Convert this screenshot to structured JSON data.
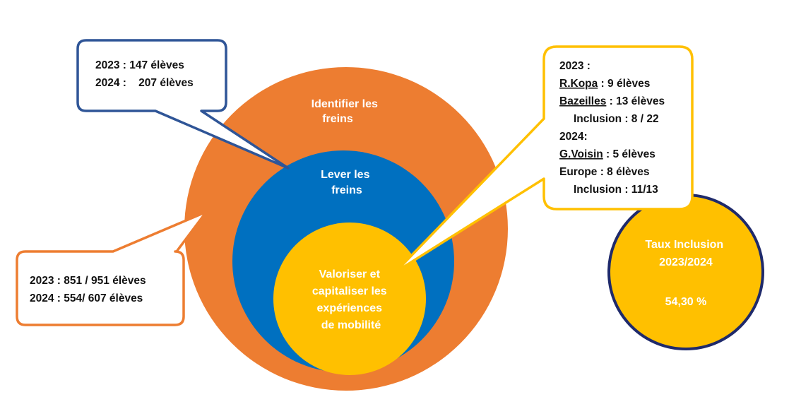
{
  "circles": {
    "outer_label": [
      "Identifier les",
      "freins"
    ],
    "middle_label": [
      "Lever les",
      "freins"
    ],
    "inner_label": [
      "Valoriser et",
      "capitaliser les",
      "expériences",
      "de mobilité"
    ],
    "rate_label": [
      "Taux Inclusion",
      "2023/2024"
    ],
    "rate_value": "54,30 %"
  },
  "callouts": {
    "blue": [
      "2023 : 147 élèves",
      "2024 :    207 élèves"
    ],
    "orange": [
      "2023 : 851 / 951 élèves",
      "2024 : 554/ 607 élèves"
    ],
    "yellow": {
      "y2023_header": "2023 :",
      "y2023_lines": [
        {
          "name": "R.Kopa",
          "rest": " : 9 élèves"
        },
        {
          "name": "Bazeilles",
          "rest": " : 13 élèves"
        }
      ],
      "y2023_inclusion": "Inclusion : 8 / 22",
      "y2024_header": "2024:",
      "y2024_lines": [
        {
          "name": "G.Voisin",
          "rest": " : 5 élèves"
        },
        {
          "name": "Europe",
          "rest": " : 8 élèves"
        }
      ],
      "y2024_inclusion": "Inclusion : 11/13"
    }
  },
  "colors": {
    "orange": "#ED7D31",
    "blue": "#0070C0",
    "yellow": "#FFC000",
    "navy": "#1F2A6B",
    "callout_blue_border": "#2F5597"
  }
}
